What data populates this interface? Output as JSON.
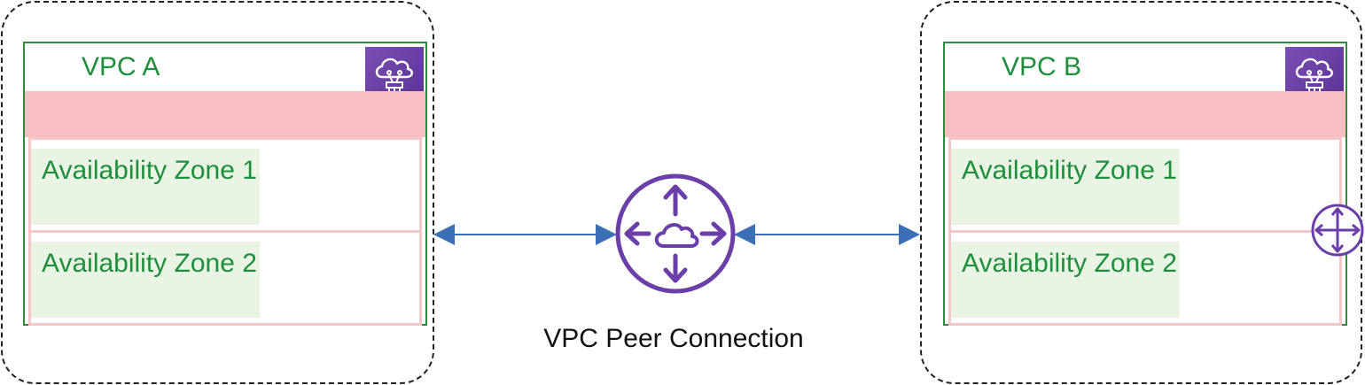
{
  "vpcs": [
    {
      "title": "VPC A",
      "icon": "vpc-cloud-icon",
      "zones": [
        "Availability Zone 1",
        "Availability Zone 2"
      ]
    },
    {
      "title": "VPC B",
      "icon": "vpc-cloud-icon",
      "zones": [
        "Availability Zone 1",
        "Availability Zone 2"
      ]
    }
  ],
  "peer": {
    "label": "VPC Peer Connection",
    "icon": "peering-router-icon"
  },
  "colors": {
    "vpc_border": "#2e8b3e",
    "vpc_text": "#1e8f3c",
    "az_fill": "#e9f4e5",
    "band_pink": "#f7bfc2",
    "icon_purple": "#6b3fa8",
    "connector_blue": "#3b6fb6"
  }
}
